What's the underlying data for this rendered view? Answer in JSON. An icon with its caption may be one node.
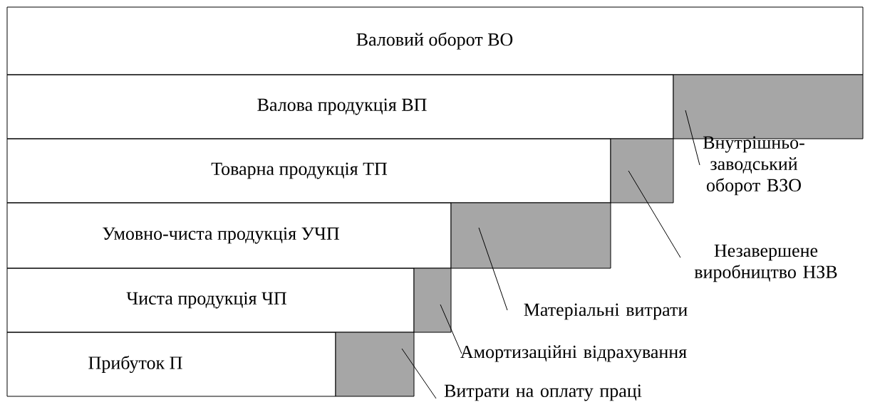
{
  "diagram": {
    "nodes": [
      {
        "text": [
          "Валовий оборот ВО"
        ]
      },
      {
        "text": [
          "Валова продукція ВП"
        ]
      },
      {
        "text": [],
        "shape": "box"
      },
      {
        "text": [
          "Товарна продукція ТП"
        ]
      },
      {
        "text": [],
        "shape": "box"
      },
      {
        "text": [
          "Внутрішньо-заводський оборот ВЗО"
        ]
      },
      {
        "text": [
          "Умовно-чиста продукція УЧП"
        ]
      },
      {
        "text": [],
        "shape": "box"
      },
      {
        "text": [
          "Незавершене виробництво НЗВ"
        ]
      },
      {
        "text": [
          "Чиста продукція ЧП"
        ]
      },
      {
        "text": [],
        "shape": "box"
      },
      {
        "text": [
          "Матеріальні витрати"
        ]
      },
      {
        "text": [
          "Прибуток П"
        ]
      },
      {
        "text": [],
        "shape": "box"
      },
      {
        "text": [
          "Амортизаційні відрахування"
        ]
      },
      {
        "text": [
          "Витрати на оплату праці"
        ]
      }
    ],
    "edges": [
      {
        "from": 5,
        "to": 2,
        "arrow": "none"
      },
      {
        "from": 8,
        "to": 4,
        "arrow": "none"
      },
      {
        "from": 11,
        "to": 7,
        "arrow": "none"
      },
      {
        "from": 14,
        "to": 10,
        "arrow": "none"
      },
      {
        "from": 15,
        "to": 13,
        "arrow": "none"
      }
    ]
  }
}
